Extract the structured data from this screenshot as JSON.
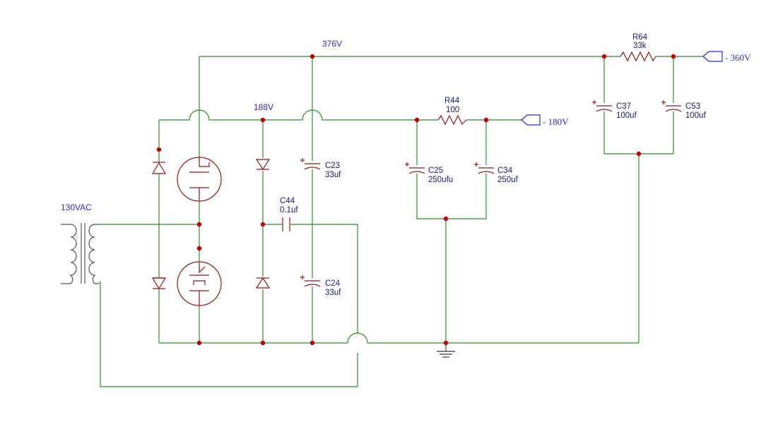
{
  "voltage_labels": {
    "v376": "376V",
    "v188": "188V",
    "v130vac": "130VAC"
  },
  "ports": {
    "out360": "- 360V",
    "out180": "- 180V"
  },
  "components": {
    "r64": {
      "ref": "R64",
      "value": "33k"
    },
    "r44": {
      "ref": "R44",
      "value": "100"
    },
    "c23": {
      "ref": "C23",
      "value": "33uf"
    },
    "c24": {
      "ref": "C24",
      "value": "33uf"
    },
    "c44": {
      "ref": "C44",
      "value": "0.1uf"
    },
    "c25": {
      "ref": "C25",
      "value": "250ufu"
    },
    "c34": {
      "ref": "C34",
      "value": "250uf"
    },
    "c37": {
      "ref": "C37",
      "value": "100uf"
    },
    "c53": {
      "ref": "C53",
      "value": "100uf"
    }
  },
  "colors": {
    "wire": "#2e8b2e",
    "component": "#8b1a1a",
    "junction": "#c00000",
    "label": "#2b2bd4"
  }
}
